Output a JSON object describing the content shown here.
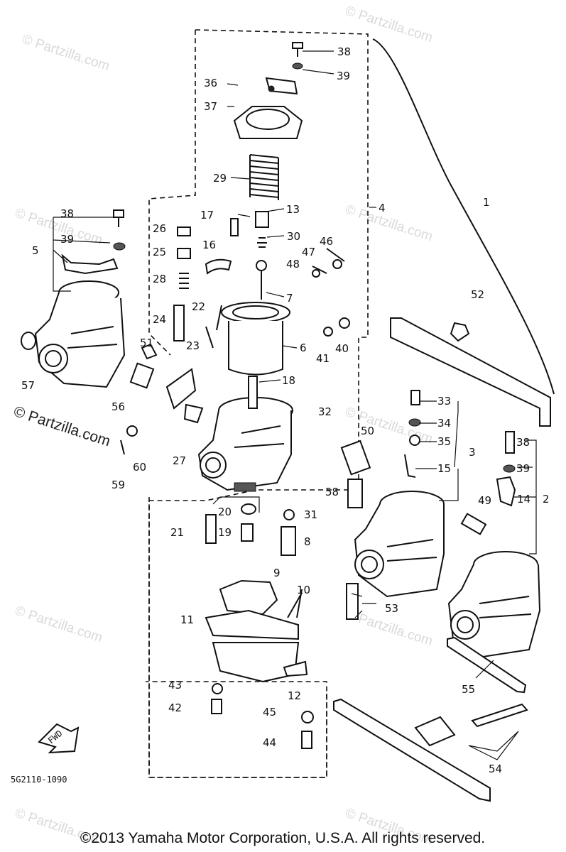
{
  "diagram": {
    "reference_code": "5G2110-1090",
    "footer_copyright": "©2013  Yamaha Motor Corporation, U.S.A. All rights reserved.",
    "watermark_text": "© Partzilla.com",
    "front_arrow_label": "FWD",
    "part_numbers": {
      "p1": "1",
      "p2": "2",
      "p3": "3",
      "p4": "4",
      "p5": "5",
      "p6": "6",
      "p7": "7",
      "p8": "8",
      "p9": "9",
      "p10": "10",
      "p11": "11",
      "p12": "12",
      "p13": "13",
      "p14": "14",
      "p15": "15",
      "p16": "16",
      "p17": "17",
      "p18": "18",
      "p19": "19",
      "p20": "20",
      "p21": "21",
      "p22": "22",
      "p23": "23",
      "p24": "24",
      "p25": "25",
      "p26": "26",
      "p27": "27",
      "p28": "28",
      "p29": "29",
      "p30": "30",
      "p31": "31",
      "p32": "32",
      "p33": "33",
      "p34": "34",
      "p35": "35",
      "p36": "36",
      "p37": "37",
      "p38": "38",
      "p39": "39",
      "p40": "40",
      "p41": "41",
      "p42": "42",
      "p43": "43",
      "p44": "44",
      "p45": "45",
      "p46": "46",
      "p47": "47",
      "p48": "48",
      "p49": "49",
      "p50": "50",
      "p51": "51",
      "p52": "52",
      "p53": "53",
      "p54": "54",
      "p55": "55",
      "p56": "56",
      "p57": "57",
      "p58": "58",
      "p59": "59",
      "p60": "60"
    }
  }
}
